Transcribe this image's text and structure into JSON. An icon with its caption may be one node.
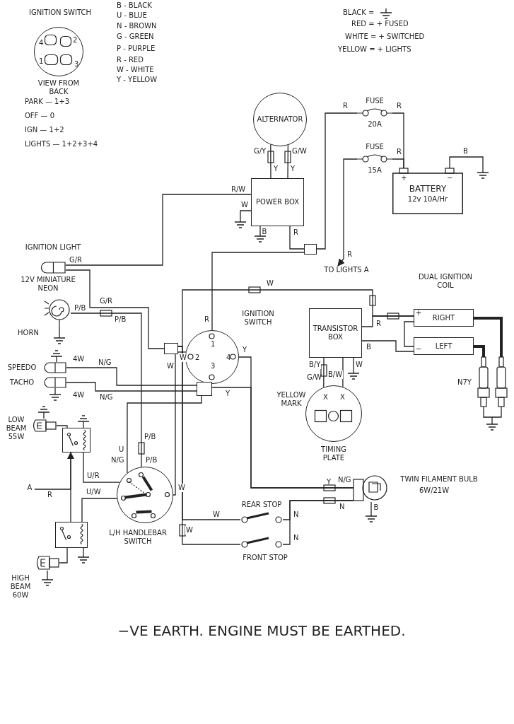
{
  "diagram": {
    "caption": "−VE EARTH. ENGINE MUST BE EARTHED.",
    "nodes": [
      {
        "text": [
          "4",
          "2",
          "1",
          "3"
        ],
        "beside": [
          "IGNITION SWITCH",
          "VIEW FROM BACK"
        ]
      },
      {
        "text": [
          "ALTERNATOR"
        ]
      },
      {
        "text": [
          "POWER BOX"
        ],
        "beside": [
          "B"
        ]
      },
      {
        "text": [],
        "shape": "picture",
        "beside": [
          "FUSE",
          "20A"
        ]
      },
      {
        "text": [],
        "shape": "picture",
        "beside": [
          "FUSE",
          "15A"
        ]
      },
      {
        "text": [
          "BATTERY",
          "12v 10A/Hr"
        ]
      },
      {
        "text": [],
        "shape": "box"
      },
      {
        "text": [
          "TO LIGHTS A"
        ]
      },
      {
        "text": [],
        "shape": "picture",
        "beside": [
          "IGNITION LIGHT",
          "12V MINIATURE NEON"
        ]
      },
      {
        "text": [],
        "shape": "picture",
        "beside": [
          "HORN"
        ]
      },
      {
        "text": [
          "1",
          "2",
          "3",
          "4"
        ],
        "beside": [
          "IGNITION SWITCH"
        ]
      },
      {
        "text": [
          "TRANSISTOR BOX"
        ]
      },
      {
        "text": [
          "RIGHT"
        ]
      },
      {
        "text": [
          "LEFT"
        ]
      },
      {
        "text": [],
        "shape": "picture",
        "beside": [
          "N7Y"
        ]
      },
      {
        "text": [],
        "shape": "picture"
      },
      {
        "text": [
          "X",
          "X"
        ],
        "beside": [
          "YELLOW MARK",
          "TIMING PLATE"
        ]
      },
      {
        "text": [],
        "shape": "picture",
        "beside": [
          "SPEEDO",
          "4W"
        ]
      },
      {
        "text": [],
        "shape": "picture",
        "beside": [
          "TACHO",
          "4W"
        ]
      },
      {
        "text": [],
        "shape": "box"
      },
      {
        "text": [],
        "shape": "box"
      },
      {
        "text": [],
        "shape": "picture",
        "beside": [
          "LOW BEAM 55W"
        ]
      },
      {
        "text": [],
        "shape": "box"
      },
      {
        "text": [],
        "shape": "box"
      },
      {
        "text": [],
        "shape": "picture",
        "beside": [
          "HIGH BEAM 60W"
        ]
      },
      {
        "text": [],
        "shape": "circle",
        "beside": [
          "L/H HANDLEBAR SWITCH"
        ]
      },
      {
        "text": [
          "A"
        ]
      },
      {
        "text": [],
        "shape": "picture",
        "beside": [
          "REAR STOP"
        ]
      },
      {
        "text": [],
        "shape": "picture",
        "beside": [
          "FRONT STOP"
        ]
      },
      {
        "text": [],
        "shape": "picture",
        "beside": [
          "TWIN FILAMENT BULB",
          "6W/21W",
          "B"
        ]
      }
    ],
    "edges": [
      {
        "from": 1,
        "to": 2,
        "arrow": "none",
        "label": "G/Y"
      },
      {
        "from": 1,
        "to": 2,
        "arrow": "none",
        "label": "G/W"
      },
      {
        "from": 8,
        "to": 2,
        "arrow": "none",
        "label": "G/R"
      },
      {
        "from": 2,
        "to": 6,
        "arrow": "none",
        "label": "R"
      },
      {
        "from": 6,
        "to": 3,
        "arrow": "none",
        "label": "R"
      },
      {
        "from": 3,
        "to": 5,
        "arrow": "none",
        "label": "R"
      },
      {
        "from": 4,
        "to": 5,
        "arrow": "none",
        "label": "R"
      },
      {
        "from": 4,
        "to": 7,
        "arrow": "to",
        "label": "R"
      },
      {
        "from": 6,
        "to": 10,
        "arrow": "none",
        "label": "R"
      },
      {
        "from": 20,
        "to": 12,
        "arrow": "none",
        "label": "W"
      },
      {
        "from": 11,
        "to": 12,
        "arrow": "none",
        "label": "R"
      },
      {
        "from": 11,
        "to": 13,
        "arrow": "none",
        "label": "B"
      },
      {
        "from": 12,
        "to": 13,
        "arrow": "none"
      },
      {
        "from": 12,
        "to": 15,
        "arrow": "none",
        "style": "thick"
      },
      {
        "from": 13,
        "to": 14,
        "arrow": "none",
        "style": "thick"
      },
      {
        "from": 11,
        "to": 16,
        "arrow": "none",
        "label": "B/Y"
      },
      {
        "from": 11,
        "to": 16,
        "arrow": "none",
        "label": "B/W"
      },
      {
        "from": 8,
        "to": 20,
        "arrow": "none",
        "label": "G/R"
      },
      {
        "from": 9,
        "to": 25,
        "arrow": "none",
        "label": "P/B"
      },
      {
        "from": 20,
        "to": 10,
        "arrow": "none",
        "label": "W"
      },
      {
        "from": 20,
        "to": 25,
        "arrow": "none",
        "label": "W"
      },
      {
        "from": 19,
        "to": 29,
        "arrow": "none",
        "label": "Y"
      },
      {
        "from": 10,
        "to": 29,
        "arrow": "none",
        "label": "Y"
      },
      {
        "from": 17,
        "to": 19,
        "arrow": "none",
        "label": "N/G"
      },
      {
        "from": 18,
        "to": 19,
        "arrow": "none",
        "label": "N/G"
      },
      {
        "from": 19,
        "to": 25,
        "arrow": "none",
        "label": "N/G"
      },
      {
        "from": 21,
        "to": 22,
        "arrow": "none"
      },
      {
        "from": 22,
        "to": 25,
        "arrow": "none",
        "label": "U/R"
      },
      {
        "from": 23,
        "to": 25,
        "arrow": "none",
        "label": "U/W"
      },
      {
        "from": 26,
        "to": 22,
        "arrow": "to",
        "label": "R"
      },
      {
        "from": 22,
        "to": 23,
        "arrow": "none"
      },
      {
        "from": 23,
        "to": 24,
        "arrow": "none"
      },
      {
        "from": 20,
        "to": 27,
        "arrow": "none",
        "label": "W"
      },
      {
        "from": 20,
        "to": 28,
        "arrow": "none",
        "label": "W"
      },
      {
        "from": 27,
        "to": 29,
        "arrow": "none",
        "label": "N"
      },
      {
        "from": 28,
        "to": 29,
        "arrow": "none",
        "label": "N"
      },
      {
        "from": 14,
        "to": 15,
        "arrow": "none"
      }
    ],
    "labels": [
      "B - BLACK",
      "U - BLUE",
      "N - BROWN",
      "G - GREEN",
      "P - PURPLE",
      "R - RED",
      "W - WHITE",
      "Y - YELLOW",
      "BLACK =",
      "RED = + FUSED",
      "WHITE = + SWITCHED",
      "YELLOW = + LIGHTS",
      "PARK — 1+3",
      "OFF — 0",
      "IGN — 1+2",
      "LIGHTS — 1+2+3+4",
      "Y",
      "Y",
      "R/W",
      "W",
      "B",
      "+",
      "−",
      "DUAL IGNITION COIL",
      "+",
      "−",
      "G/W",
      "W",
      "P/B",
      "P/B",
      "P/B",
      "W",
      "U",
      "Y",
      "N/G",
      "N"
    ]
  }
}
